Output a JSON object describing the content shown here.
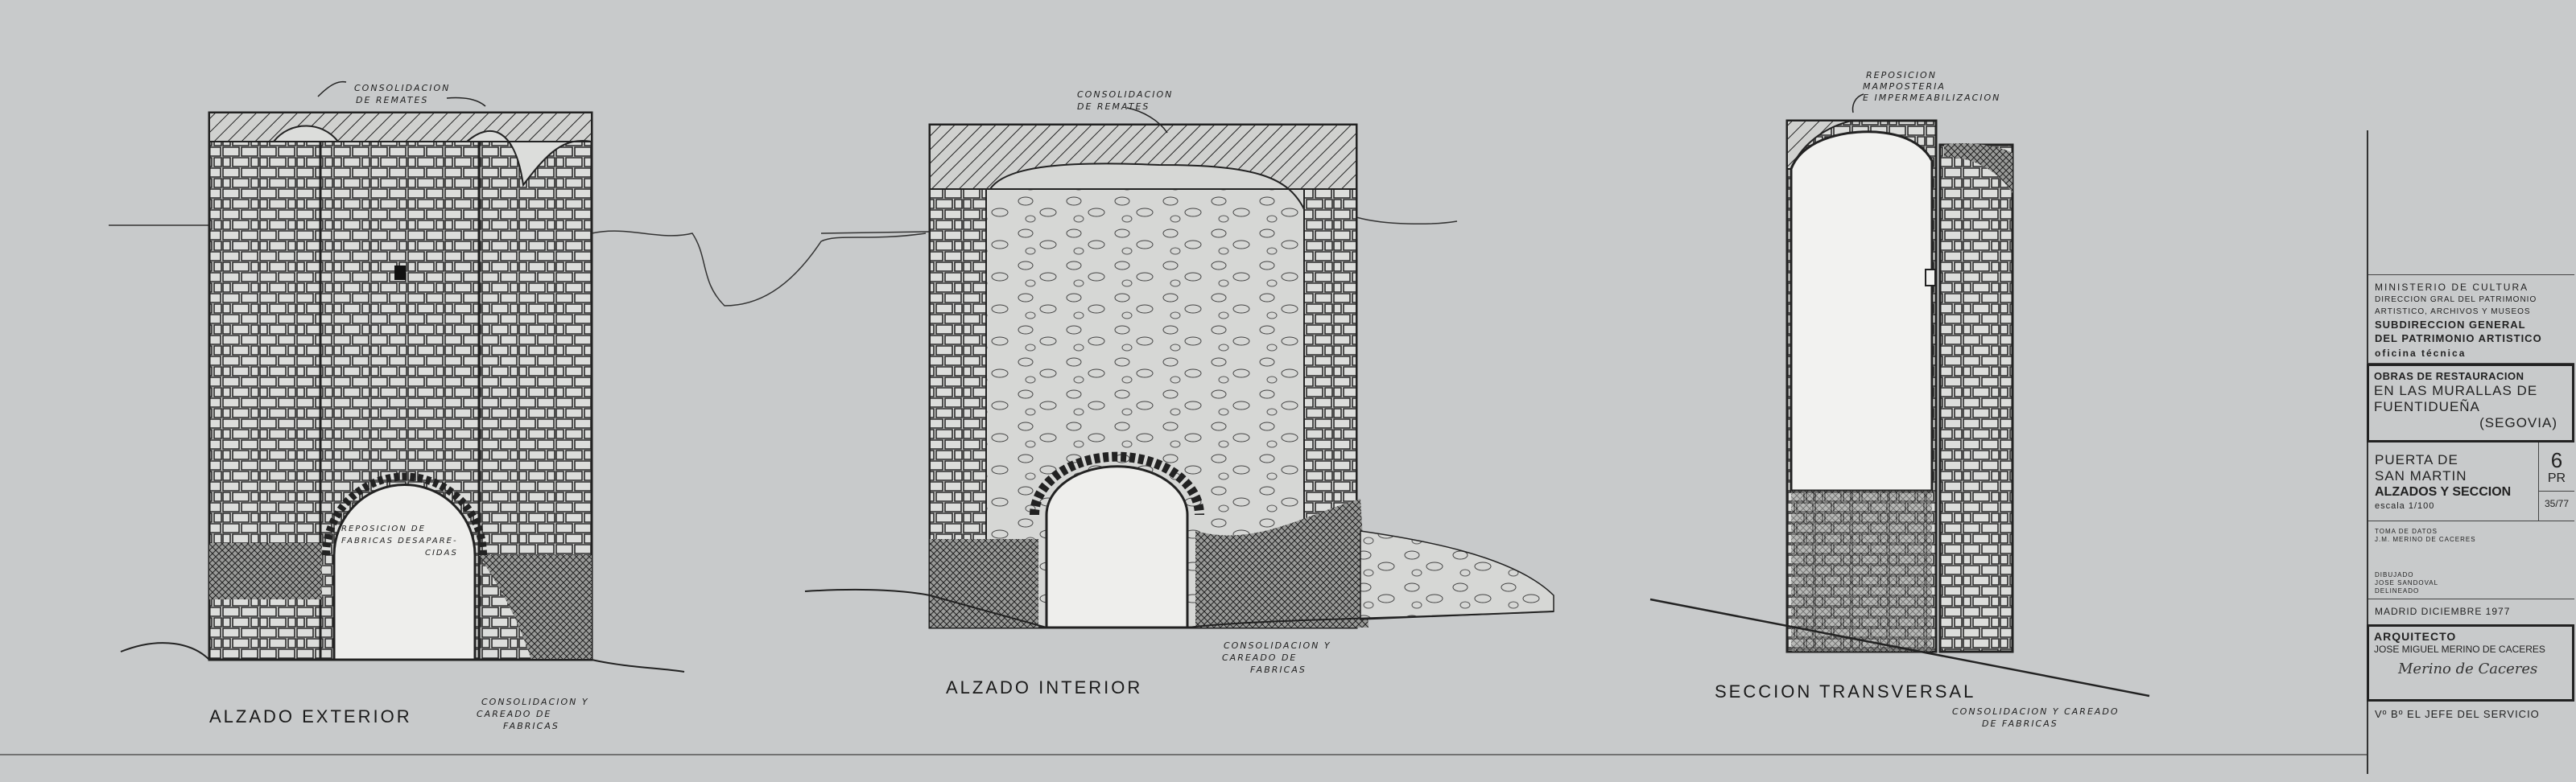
{
  "drawings": {
    "exterior": {
      "title": "ALZADO EXTERIOR",
      "notes": {
        "top": [
          "CONSOLIDACION",
          "DE REMATES"
        ],
        "door": [
          "REPOSICION DE",
          "FABRICAS DESAPARE-",
          "CIDAS"
        ],
        "bottom": [
          "CONSOLIDACION Y",
          "CAREADO DE",
          "FABRICAS"
        ]
      }
    },
    "interior": {
      "title": "ALZADO INTERIOR",
      "notes": {
        "top": [
          "CONSOLIDACION",
          "DE REMATES"
        ],
        "bottom": [
          "CONSOLIDACION Y",
          "CAREADO DE",
          "FABRICAS"
        ]
      }
    },
    "section": {
      "title": "SECCION TRANSVERSAL",
      "notes": {
        "top": [
          "REPOSICION",
          "MAMPOSTERIA",
          "E IMPERMEABILIZACION"
        ],
        "bottom": [
          "CONSOLIDACION Y CAREADO",
          "DE FABRICAS"
        ]
      }
    }
  },
  "title_block": {
    "ministry": [
      "MINISTERIO DE CULTURA",
      "DIRECCION GRAL DEL PATRIMONIO",
      "ARTISTICO, ARCHIVOS Y MUSEOS"
    ],
    "subdirection": [
      "SUBDIRECCION GENERAL",
      "DEL PATRIMONIO ARTISTICO"
    ],
    "office": "oficina técnica",
    "project": [
      "OBRAS DE RESTAURACION",
      "EN LAS MURALLAS DE",
      "FUENTIDUEÑA",
      "(SEGOVIA)"
    ],
    "sheet": [
      "PUERTA DE",
      "SAN MARTIN",
      "ALZADOS Y SECCION"
    ],
    "scale": "escala 1/100",
    "sheet_number": "6",
    "sheet_code": "PR",
    "ref": "35/77",
    "data_taken_label": "TOMA DE DATOS",
    "data_taken_by": "J.M. MERINO DE CACERES",
    "drawn_label": "DIBUJADO",
    "drawn_by": "JOSE SANDOVAL",
    "delineated_label": "DELINEADO",
    "place_date": "MADRID DICIEMBRE 1977",
    "architect_label": "ARQUITECTO",
    "architect_name": "JOSE MIGUEL MERINO DE CACERES",
    "signature": "Merino de Caceres",
    "approval": "Vº Bº EL JEFE DEL SERVICIO"
  },
  "colors": {
    "paper": "#c8cacb",
    "ink": "#1e1e1e",
    "void": "#f2f2f0"
  }
}
